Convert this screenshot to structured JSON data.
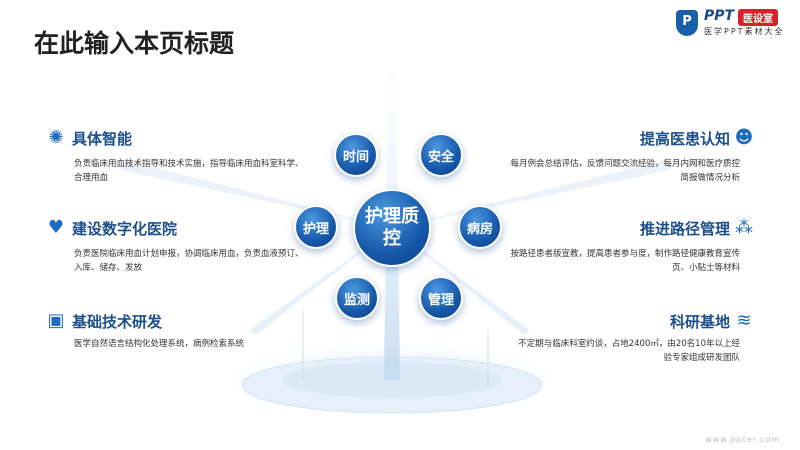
{
  "header": {
    "title": "在此输入本页标题"
  },
  "logo": {
    "mark": "P",
    "brand": "PPT",
    "badge": "医设室",
    "subtitle": "医学PPT素材大全"
  },
  "center": {
    "label": "护理质控"
  },
  "nodes": [
    "时间",
    "安全",
    "护理",
    "病房",
    "监测",
    "管理"
  ],
  "left_items": [
    {
      "icon": "virus-icon",
      "title": "具体智能",
      "desc": "负责临床用血技术指导和技术实施，指导临床用血科室科学、合理用血"
    },
    {
      "icon": "heart-icon",
      "title": "建设数字化医院",
      "desc": "负责医院临床用血计划申报，协调临床用血，负责血液预订、入库、储存、发放"
    },
    {
      "icon": "brain-chip-icon",
      "title": "基础技术研发",
      "desc": "医学自然语言结构化处理系统，病例检索系统"
    }
  ],
  "right_items": [
    {
      "icon": "nurse-icon",
      "title": "提高医患认知",
      "desc": "每月例会总结评估，反馈问题交流经验，每月内网和医疗质控简报做情况分析"
    },
    {
      "icon": "molecule-icon",
      "title": "推进路径管理",
      "desc": "按路径患者版宣教，提高患者参与度，制作路径健康教育宣传页、小贴士等材料"
    },
    {
      "icon": "dna-icon",
      "title": "科研基地",
      "desc": "不定期与临床科室约谈，占地2400㎡，由20名10年以上经验专家组成研发团队"
    }
  ],
  "footer": "www.ppter.com"
}
